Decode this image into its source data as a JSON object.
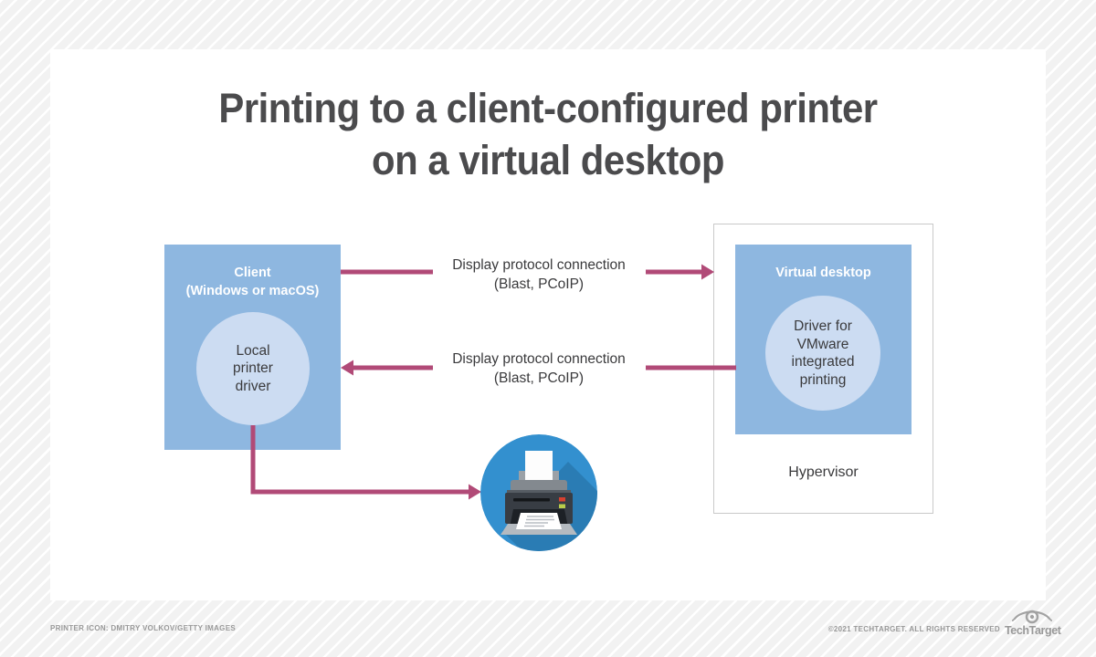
{
  "title": {
    "line1": "Printing to a client-configured printer",
    "line2": "on a virtual desktop"
  },
  "client": {
    "title_line1": "Client",
    "title_line2": "(Windows or macOS)",
    "circle_label": "Local printer driver"
  },
  "virtual_desktop": {
    "title": "Virtual desktop",
    "circle_label": "Driver for VMware integrated printing"
  },
  "hypervisor": {
    "label": "Hypervisor"
  },
  "connections": {
    "top": {
      "line1": "Display protocol connection",
      "line2": "(Blast, PCoIP)",
      "direction": "client-to-virtual-desktop"
    },
    "bottom": {
      "line1": "Display protocol connection",
      "line2": "(Blast, PCoIP)",
      "direction": "virtual-desktop-to-client"
    },
    "printer_link": {
      "direction": "local-printer-driver-to-printer"
    }
  },
  "icons": {
    "printer": "printer-icon",
    "brand_eye": "techtarget-eye-icon"
  },
  "footer": {
    "credit": "PRINTER ICON: DMITRY VOLKOV/GETTY IMAGES",
    "copyright": "©2021 TECHTARGET. ALL RIGHTS RESERVED",
    "brand": "TechTarget"
  },
  "colors": {
    "box_blue": "#8eb7e0",
    "circle_blue": "#ccdcf2",
    "arrow_magenta": "#b14a77",
    "printer_circle_blue": "#3390cf",
    "printer_shadow_blue": "#2a7cb4",
    "title_gray": "#4b4b4d",
    "body_text": "#3a3a3c",
    "footer_gray": "#999999",
    "hypervisor_border": "#c9c9c9"
  }
}
